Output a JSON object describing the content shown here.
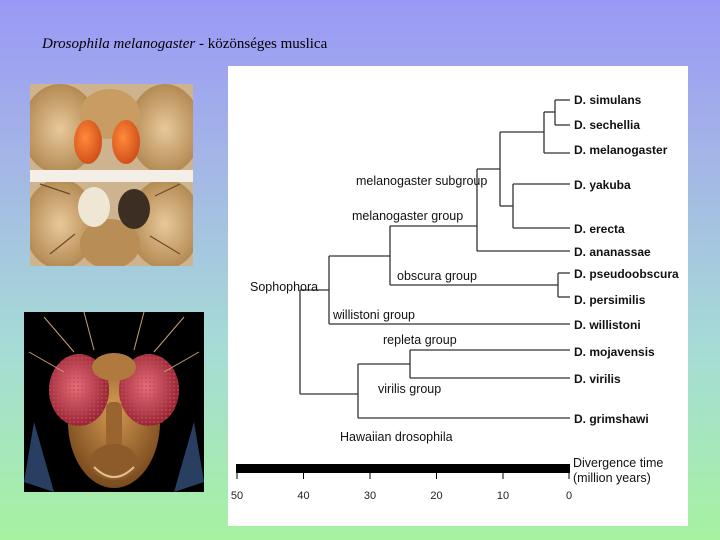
{
  "slide": {
    "title_italic": "Drosophila melanogaster",
    "title_rest": " - közönséges muslica"
  },
  "photos": {
    "eyes": "photo-eye-mutants",
    "head": "photo-fly-head"
  },
  "tree": {
    "species": [
      {
        "label": "D. simulans"
      },
      {
        "label": "D. sechellia"
      },
      {
        "label": "D. melanogaster"
      },
      {
        "label": "D. yakuba"
      },
      {
        "label": "D. erecta"
      },
      {
        "label": "D. ananassae"
      },
      {
        "label": "D. pseudoobscura"
      },
      {
        "label": "D. persimilis"
      },
      {
        "label": "D. willistoni"
      },
      {
        "label": "D. mojavensis"
      },
      {
        "label": "D. virilis"
      },
      {
        "label": "D. grimshawi"
      }
    ],
    "groups": {
      "melanogaster_subgroup": "melanogaster subgroup",
      "melanogaster_group": "melanogaster group",
      "obscura_group": "obscura group",
      "sophophora": "Sophophora",
      "willistoni_group": "willistoni group",
      "repleta_group": "repleta group",
      "virilis_group": "virilis group",
      "hawaiian": "Hawaiian drosophila"
    },
    "axis": {
      "title_line1": "Divergence time",
      "title_line2": "(million years)",
      "ticks": [
        "50",
        "40",
        "30",
        "20",
        "10",
        "0"
      ]
    }
  }
}
